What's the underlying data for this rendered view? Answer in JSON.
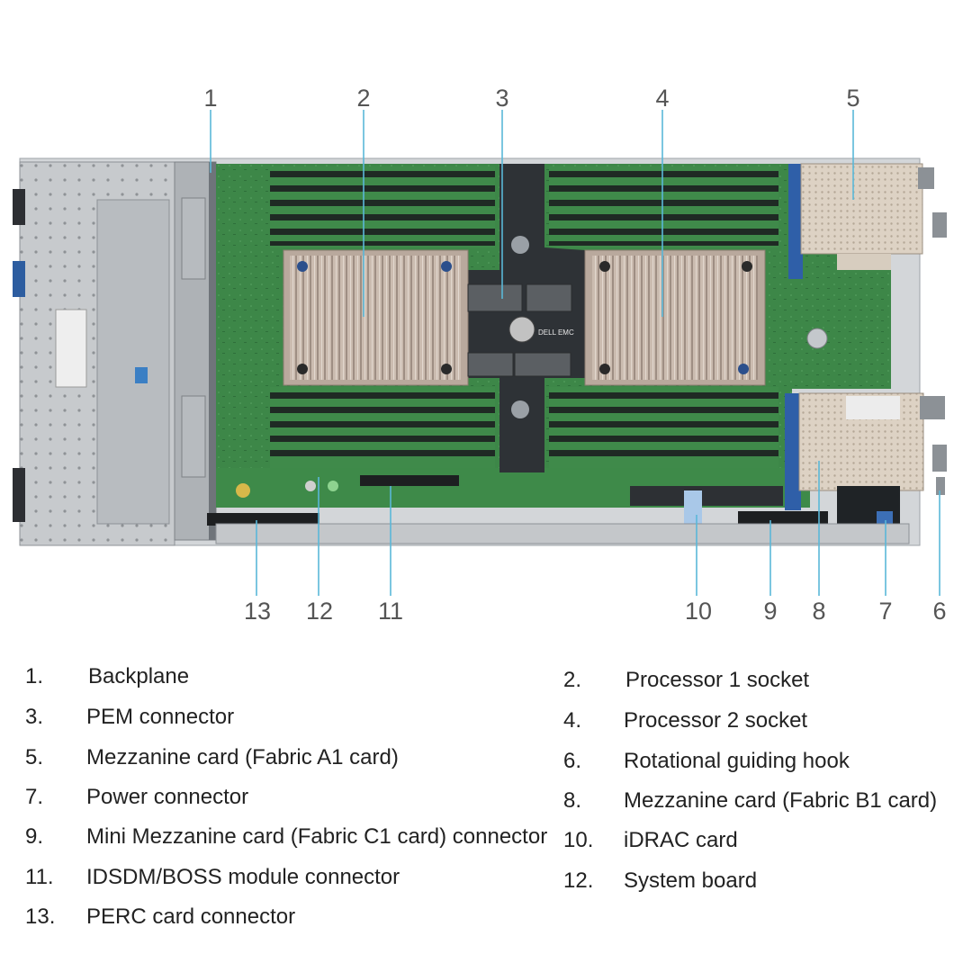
{
  "callouts": [
    "1",
    "2",
    "3",
    "4",
    "5",
    "6",
    "7",
    "8",
    "9",
    "10",
    "11",
    "12",
    "13"
  ],
  "legend": [
    {
      "num": "1.",
      "label": "Backplane"
    },
    {
      "num": "2.",
      "label": "Processor 1 socket"
    },
    {
      "num": "3.",
      "label": "PEM connector"
    },
    {
      "num": "4.",
      "label": "Processor 2 socket"
    },
    {
      "num": "5.",
      "label": "Mezzanine card (Fabric A1 card)"
    },
    {
      "num": "6.",
      "label": "Rotational guiding hook"
    },
    {
      "num": "7.",
      "label": "Power connector"
    },
    {
      "num": "8.",
      "label": "Mezzanine card (Fabric B1 card)"
    },
    {
      "num": "9.",
      "label": "Mini Mezzanine card (Fabric C1 card) connector"
    },
    {
      "num": "10.",
      "label": "iDRAC card"
    },
    {
      "num": "11.",
      "label": "IDSDM/BOSS module connector"
    },
    {
      "num": "12.",
      "label": "System board"
    },
    {
      "num": "13.",
      "label": "PERC card connector"
    }
  ],
  "board_markings": {
    "dell_logo": "DELL EMC"
  },
  "colors": {
    "callout_line": "#5ab8d8",
    "board_green": "#3f8a4a",
    "heatsink": "#c9b7ab",
    "mezz_card": "#d9cfc2",
    "mezz_bracket": "#2f5fa8",
    "chassis": "#c9ccd0"
  }
}
